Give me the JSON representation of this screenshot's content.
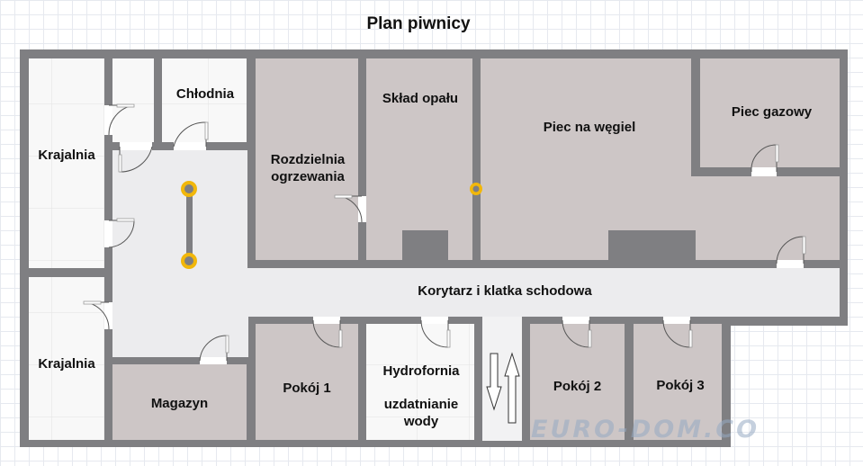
{
  "title": "Plan piwnicy",
  "rooms": {
    "krajalnia_top": "Krajalnia",
    "chlodnia": "Chłodnia",
    "rozdzielnia_line1": "Rozdzielnia",
    "rozdzielnia_line2": "ogrzewania",
    "sklad_opalu": "Skład opału",
    "piec_na_wegiel": "Piec na węgiel",
    "piec_gazowy": "Piec gazowy",
    "korytarz": "Korytarz i klatka schodowa",
    "krajalnia_bottom": "Krajalnia",
    "magazyn": "Magazyn",
    "pokoj1": "Pokój 1",
    "hydrofornia": "Hydrofornia",
    "uzdatnianie_line1": "uzdatnianie",
    "uzdatnianie_line2": "wody",
    "pokoj2": "Pokój 2",
    "pokoj3": "Pokój 3"
  },
  "watermark": "EURO-DOM.CO",
  "colors": {
    "wall": "#7f7f82",
    "floor_dark": "#cdc6c6",
    "floor_light": "#eeeeef",
    "tile_floor": "#f7f7f7",
    "pipe": "#f2b70a"
  }
}
